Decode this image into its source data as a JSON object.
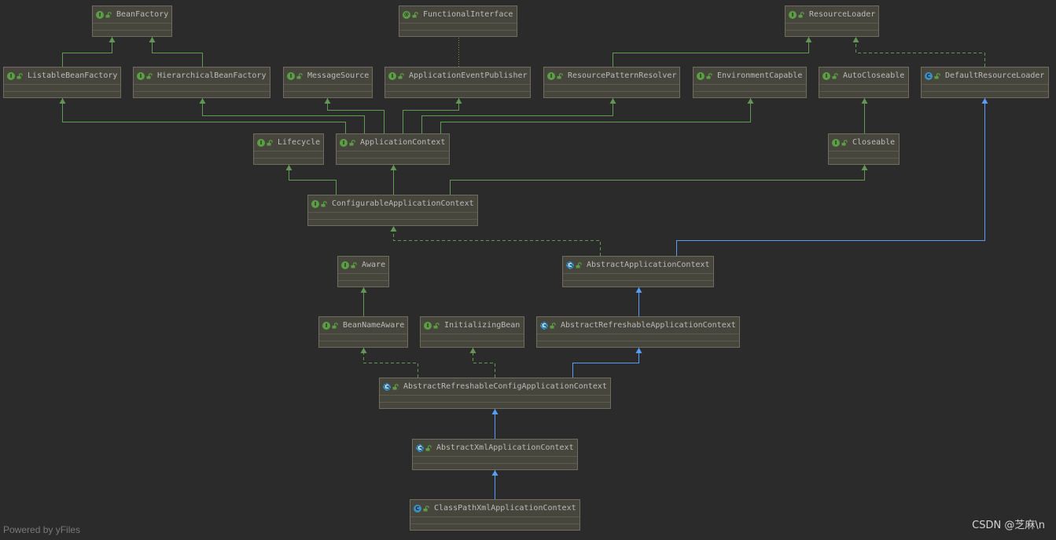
{
  "diagram": {
    "nodes": [
      {
        "label": "BeanFactory",
        "icon": "interface-icon"
      },
      {
        "label": "FunctionalInterface",
        "icon": "annotation-icon"
      },
      {
        "label": "ResourceLoader",
        "icon": "interface-icon"
      },
      {
        "label": "ListableBeanFactory",
        "icon": "interface-icon"
      },
      {
        "label": "HierarchicalBeanFactory",
        "icon": "interface-icon"
      },
      {
        "label": "MessageSource",
        "icon": "interface-icon"
      },
      {
        "label": "ApplicationEventPublisher",
        "icon": "interface-icon"
      },
      {
        "label": "ResourcePatternResolver",
        "icon": "interface-icon"
      },
      {
        "label": "EnvironmentCapable",
        "icon": "interface-icon"
      },
      {
        "label": "AutoCloseable",
        "icon": "interface-icon"
      },
      {
        "label": "DefaultResourceLoader",
        "icon": "class-icon"
      },
      {
        "label": "Lifecycle",
        "icon": "interface-icon"
      },
      {
        "label": "ApplicationContext",
        "icon": "interface-icon"
      },
      {
        "label": "Closeable",
        "icon": "interface-icon"
      },
      {
        "label": "ConfigurableApplicationContext",
        "icon": "interface-icon"
      },
      {
        "label": "Aware",
        "icon": "interface-icon"
      },
      {
        "label": "AbstractApplicationContext",
        "icon": "abstract-class-icon"
      },
      {
        "label": "BeanNameAware",
        "icon": "interface-icon"
      },
      {
        "label": "InitializingBean",
        "icon": "interface-icon"
      },
      {
        "label": "AbstractRefreshableApplicationContext",
        "icon": "abstract-class-icon"
      },
      {
        "label": "AbstractRefreshableConfigApplicationContext",
        "icon": "abstract-class-icon"
      },
      {
        "label": "AbstractXmlApplicationContext",
        "icon": "abstract-class-icon"
      },
      {
        "label": "ClassPathXmlApplicationContext",
        "icon": "class-icon"
      }
    ]
  },
  "footer": {
    "powered_by": "Powered by yFiles",
    "watermark": "CSDN @芝麻\\n"
  },
  "colors": {
    "background": "#2b2b2b",
    "node_fill": "#47463c",
    "node_border": "#6e6d60",
    "label": "#bbbbbb",
    "interface_edge": "#629755",
    "class_edge": "#589df6",
    "annotation_edge": "#8b8759",
    "interface_icon": "#5c9e46",
    "class_icon": "#3d8fc0"
  }
}
